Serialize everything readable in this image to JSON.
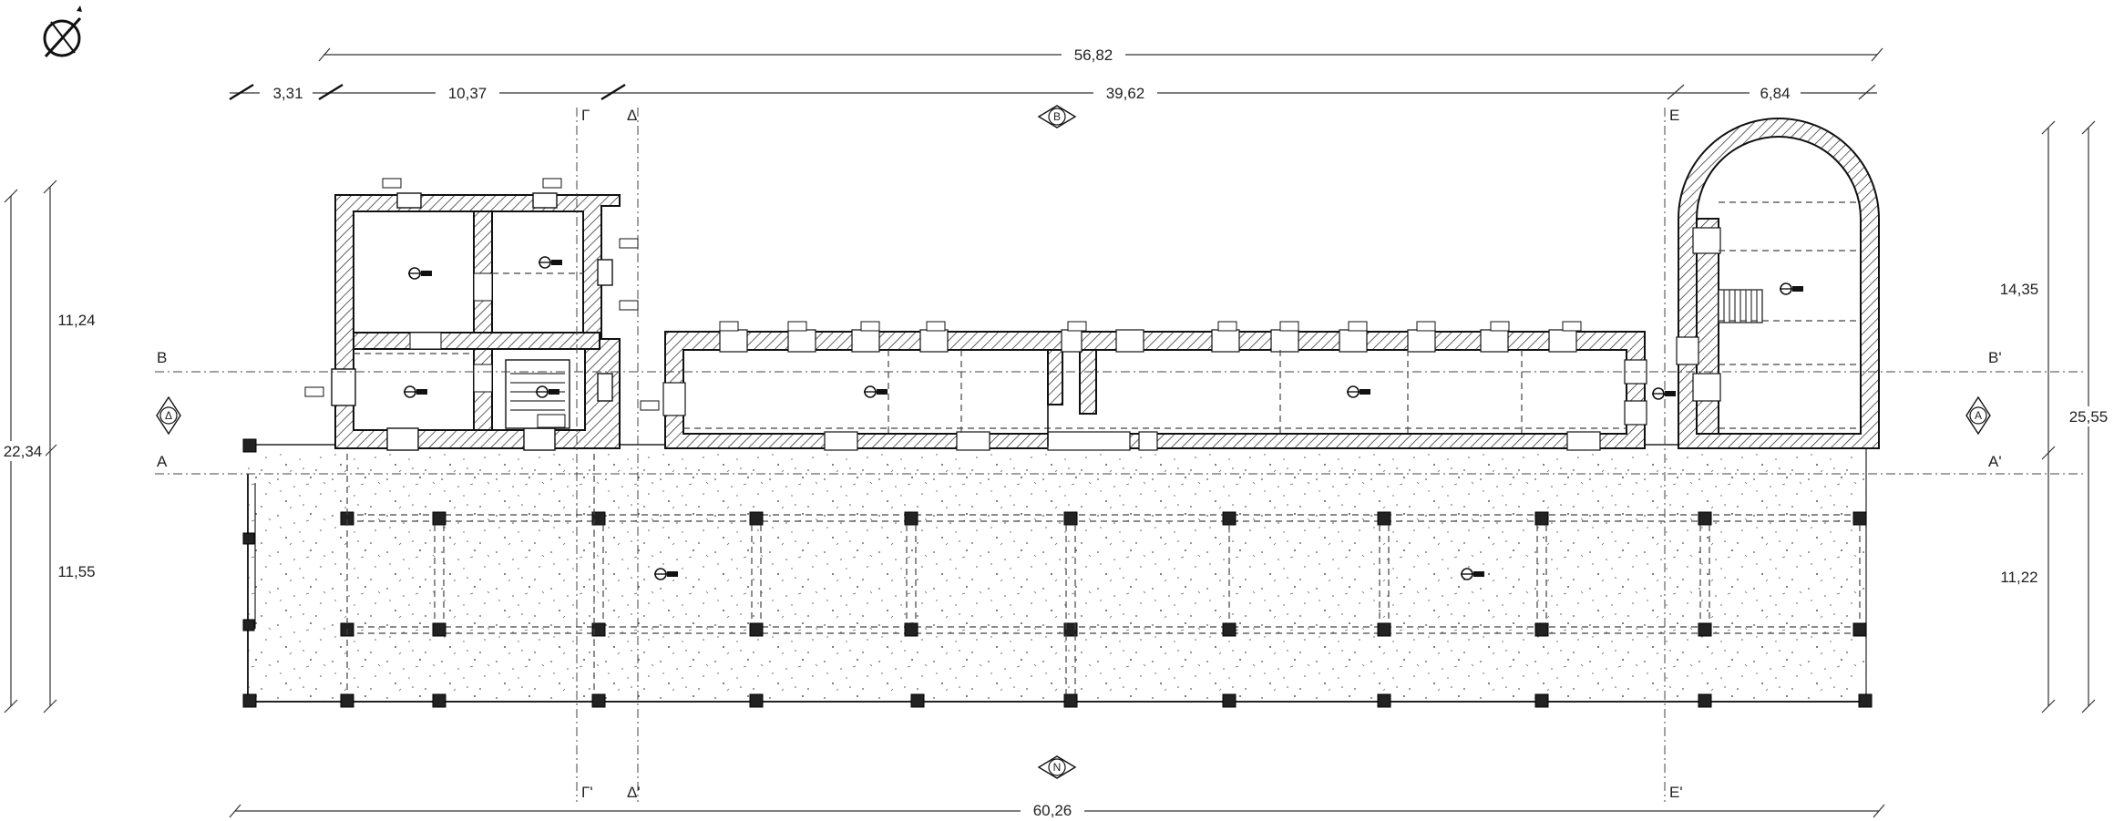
{
  "dimensions": {
    "top_total": "56,82",
    "top_seg_1": "3,31",
    "top_seg_2": "10,37",
    "top_seg_3": "39,62",
    "top_seg_4": "6,84",
    "left_upper": "11,24",
    "left_total": "22,34",
    "left_lower": "11,55",
    "right_upper": "14,35",
    "right_total": "25,55",
    "right_lower": "11,22",
    "bottom_total": "60,26"
  },
  "axes": {
    "b_left": "B",
    "b_right": "B'",
    "a_left": "A",
    "a_right": "A'",
    "gamma_top": "Γ",
    "gamma_bottom": "Γ'",
    "delta_top": "Δ",
    "delta_bottom": "Δ'",
    "e_top": "E",
    "e_bottom": "E'"
  },
  "markers": {
    "top": "B",
    "bottom": "N",
    "left": "Δ",
    "right": "A"
  }
}
